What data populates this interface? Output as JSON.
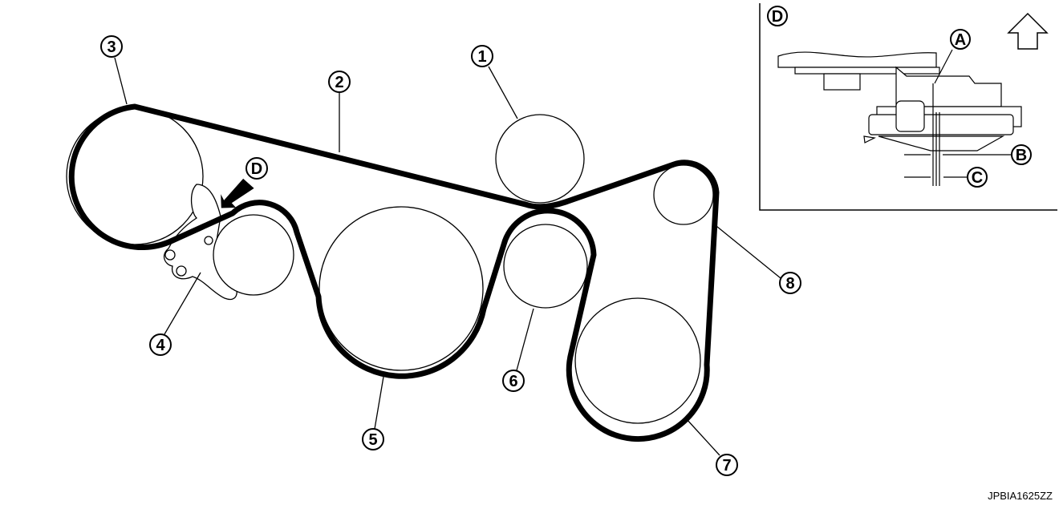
{
  "callouts": {
    "c1": "1",
    "c2": "2",
    "c3": "3",
    "c4": "4",
    "c5": "5",
    "c6": "6",
    "c7": "7",
    "c8": "8",
    "view": "D"
  },
  "inset": {
    "title": "D",
    "a": "A",
    "b": "B",
    "c": "C"
  },
  "figure_code": "JPBIA1625ZZ"
}
